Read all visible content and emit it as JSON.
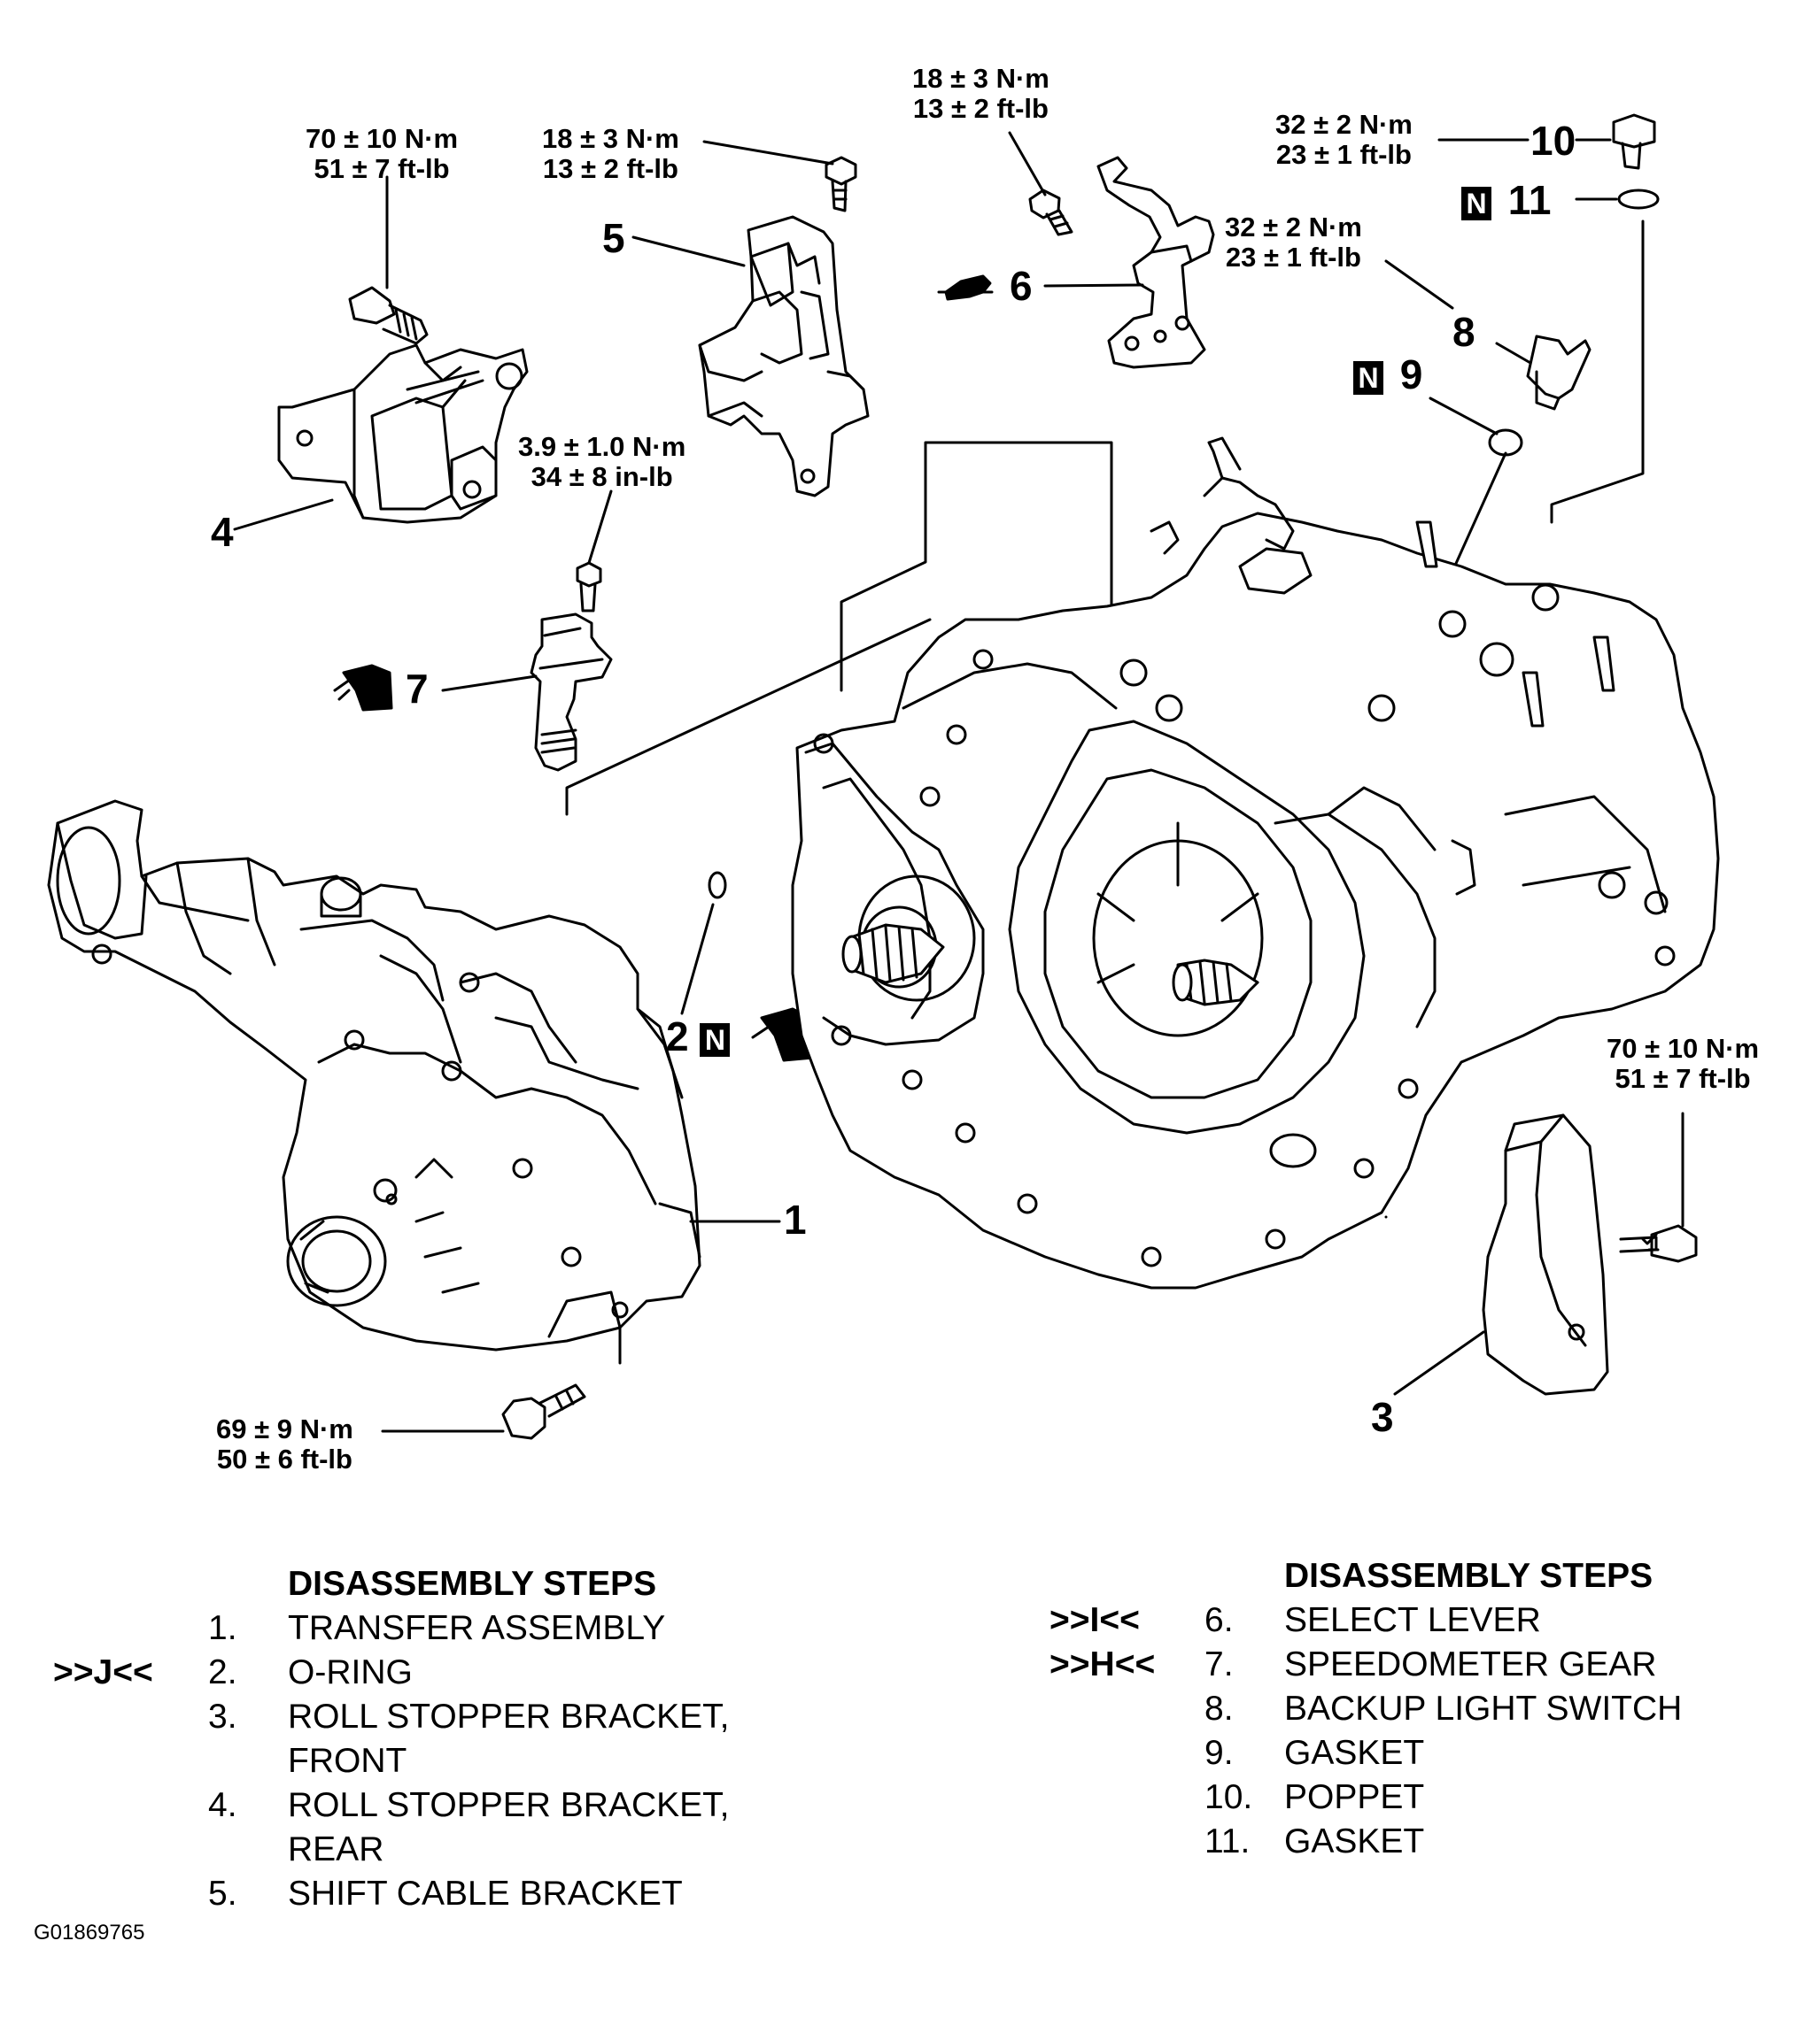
{
  "callouts": {
    "c1": "1",
    "c2": "2",
    "c3": "3",
    "c4": "4",
    "c5": "5",
    "c6": "6",
    "c7": "7",
    "c8": "8",
    "c9": "9",
    "c10": "10",
    "c11": "11"
  },
  "torque": {
    "t4": [
      "70 ± 10 N·m",
      "51 ± 7 ft-lb"
    ],
    "t5": [
      "18 ± 3 N·m",
      "13 ± 2 ft-lb"
    ],
    "t6": [
      "18 ± 3 N·m",
      "13 ± 2 ft-lb"
    ],
    "t10": [
      "32 ± 2 N·m",
      "23 ± 1 ft-lb"
    ],
    "t8": [
      "32 ± 2 N·m",
      "23 ± 1 ft-lb"
    ],
    "t7": [
      "3.9 ± 1.0 N·m",
      "34 ± 8 in-lb"
    ],
    "t3": [
      "70 ± 10 N·m",
      "51 ± 7 ft-lb"
    ],
    "t1": [
      "69 ± 9 N·m",
      "50 ± 6 ft-lb"
    ]
  },
  "new_part_mark": "N",
  "steps_left": {
    "heading": "DISASSEMBLY STEPS",
    "items": [
      {
        "ref": "",
        "num": "1.",
        "text": "TRANSFER ASSEMBLY"
      },
      {
        "ref": ">>J<<",
        "num": "2.",
        "text": "O-RING"
      },
      {
        "ref": "",
        "num": "3.",
        "text": "ROLL STOPPER BRACKET,"
      },
      {
        "ref": "",
        "num": "",
        "text": "FRONT"
      },
      {
        "ref": "",
        "num": "4.",
        "text": "ROLL STOPPER BRACKET,"
      },
      {
        "ref": "",
        "num": "",
        "text": "REAR"
      },
      {
        "ref": "",
        "num": "5.",
        "text": "SHIFT CABLE BRACKET"
      }
    ]
  },
  "steps_right": {
    "heading": "DISASSEMBLY STEPS",
    "items": [
      {
        "ref": ">>I<<",
        "num": "6.",
        "text": "SELECT LEVER"
      },
      {
        "ref": ">>H<<",
        "num": "7.",
        "text": "SPEEDOMETER GEAR"
      },
      {
        "ref": "",
        "num": "8.",
        "text": "BACKUP LIGHT SWITCH"
      },
      {
        "ref": "",
        "num": "9.",
        "text": "GASKET"
      },
      {
        "ref": "",
        "num": "10.",
        "text": "POPPET"
      },
      {
        "ref": "",
        "num": "11.",
        "text": "GASKET"
      }
    ]
  },
  "figure_code": "G01869765"
}
